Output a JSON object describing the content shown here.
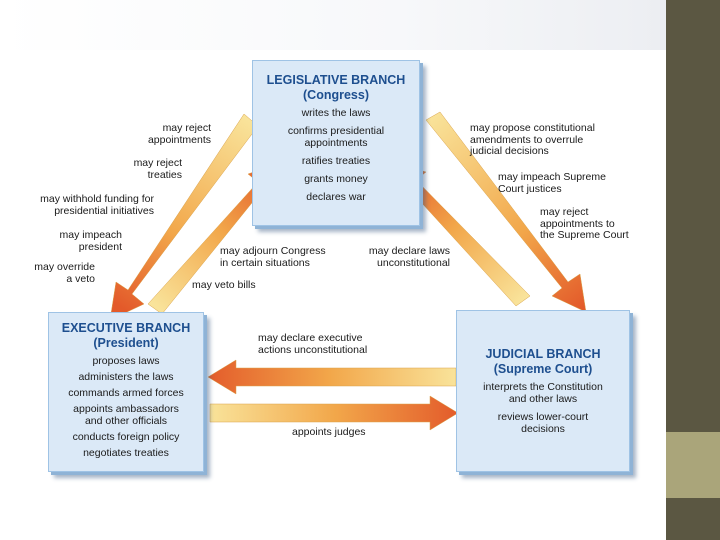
{
  "legislative": {
    "title": "LEGISLATIVE BRANCH",
    "subtitle": "(Congress)",
    "powers": [
      "writes the laws",
      "confirms presidential\nappointments",
      "ratifies treaties",
      "grants money",
      "declares war"
    ]
  },
  "executive": {
    "title": "EXECUTIVE BRANCH",
    "subtitle": "(President)",
    "powers": [
      "proposes laws",
      "administers the laws",
      "commands armed forces",
      "appoints ambassadors\nand other officials",
      "conducts foreign policy",
      "negotiates treaties"
    ]
  },
  "judicial": {
    "title": "JUDICIAL BRANCH",
    "subtitle": "(Supreme Court)",
    "powers": [
      "interprets the Constitution\nand other laws",
      "reviews lower-court\ndecisions"
    ]
  },
  "checks": {
    "reject_appointments": "may reject\nappointments",
    "reject_treaties": "may reject\ntreaties",
    "withhold_funding": "may withhold funding for\npresidential initiatives",
    "impeach_president": "may impeach\npresident",
    "override_veto": "may override\na veto",
    "adjourn_congress": "may adjourn Congress\nin certain situations",
    "veto_bills": "may veto bills",
    "declare_laws_unconstitutional": "may declare laws\nunconstitutional",
    "propose_amendments": "may propose constitutional\namendments to overrule\njudicial decisions",
    "impeach_justices": "may impeach Supreme\nCourt justices",
    "reject_court_appointments": "may reject\nappointments to\nthe Supreme Court",
    "declare_exec_unconstitutional": "may declare executive\nactions unconstitutional",
    "appoints_judges": "appoints judges"
  },
  "colors": {
    "box_fill": "#dbe9f7",
    "title_text": "#1e4f8f",
    "arrow_light": "#f7d774",
    "arrow_dark": "#e35a2a"
  }
}
